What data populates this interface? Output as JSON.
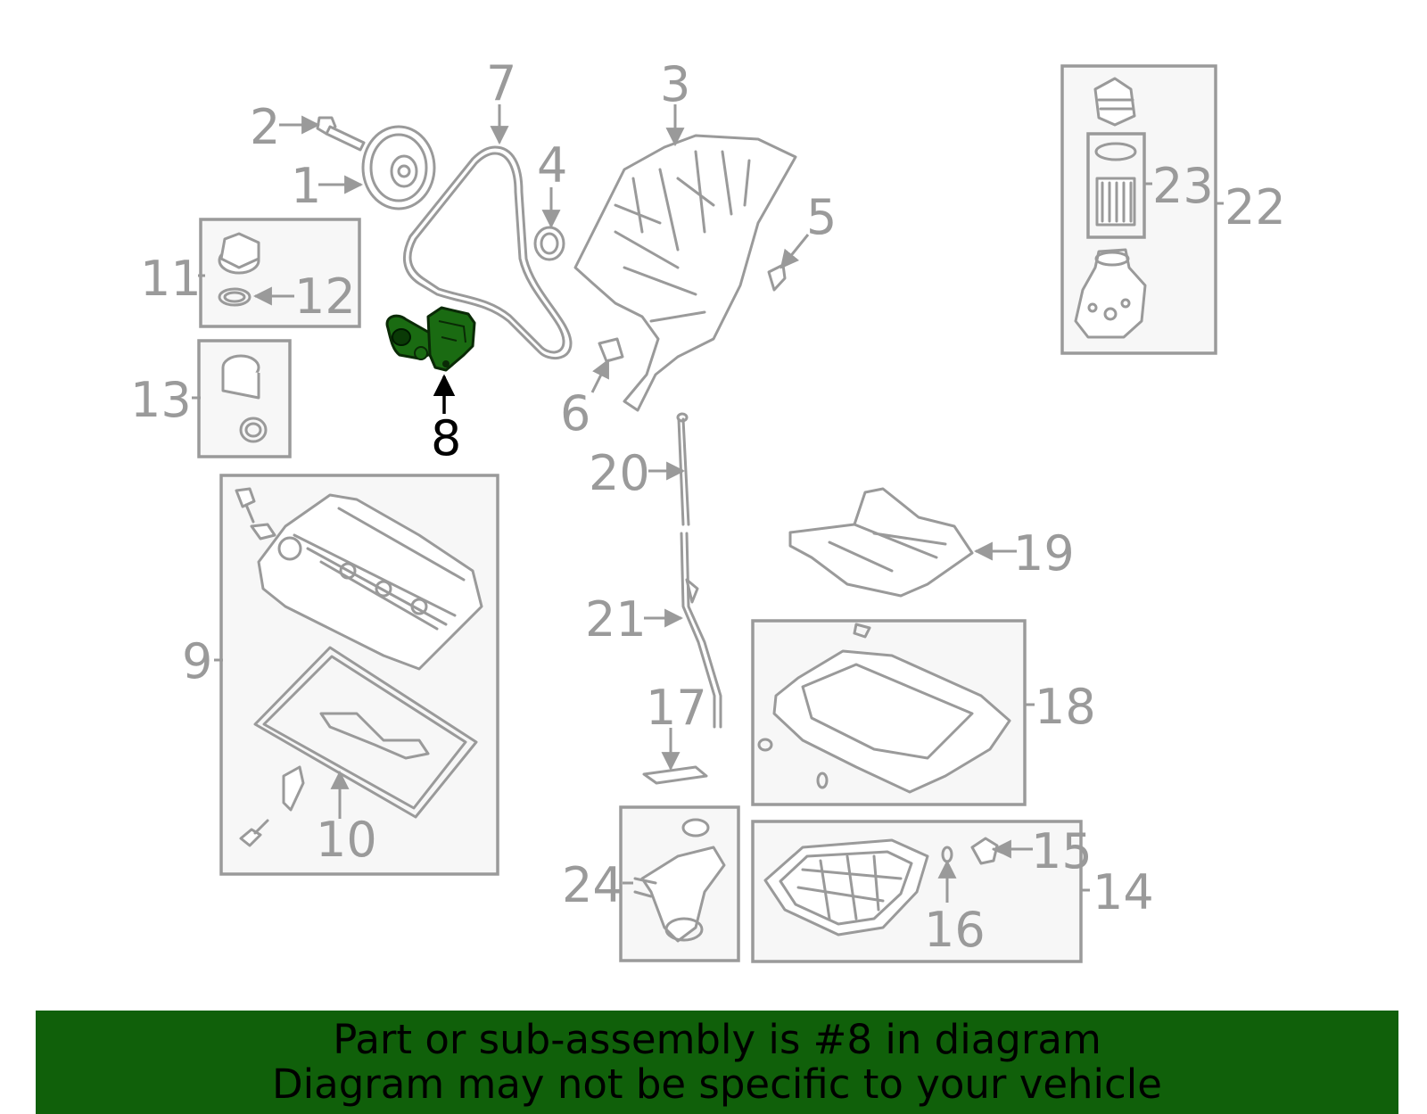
{
  "highlighted_part": "8",
  "parts": {
    "p1": "1",
    "p2": "2",
    "p3": "3",
    "p4": "4",
    "p5": "5",
    "p6": "6",
    "p7": "7",
    "p8": "8",
    "p9": "9",
    "p10": "10",
    "p11": "11",
    "p12": "12",
    "p13": "13",
    "p14": "14",
    "p15": "15",
    "p16": "16",
    "p17": "17",
    "p18": "18",
    "p19": "19",
    "p20": "20",
    "p21": "21",
    "p22": "22",
    "p23": "23",
    "p24": "24"
  },
  "colors": {
    "highlight": "#1a6b12",
    "banner": "#10600a",
    "linework": "#9a9a9a"
  },
  "footer": {
    "line1": "Part or sub-assembly is #8 in diagram",
    "line2": "Diagram may not be specific to your vehicle"
  }
}
